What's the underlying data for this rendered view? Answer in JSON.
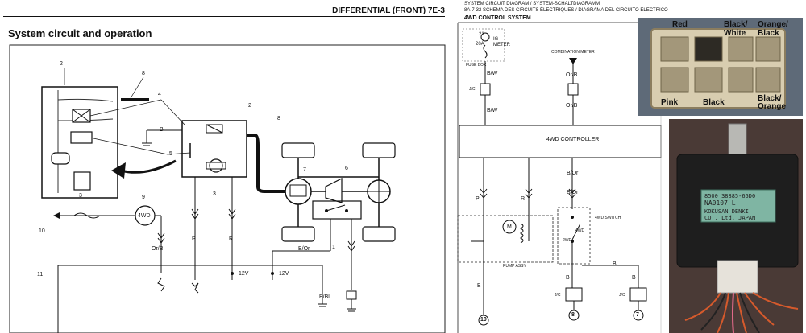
{
  "left_page": {
    "header": "DIFFERENTIAL (FRONT) 7E-3",
    "title": "System circuit and operation",
    "callouts": [
      "2",
      "8",
      "4",
      "2",
      "8",
      "5",
      "3",
      "7",
      "6",
      "3",
      "9",
      "10",
      "11",
      "1"
    ],
    "labels": {
      "b_ground": "B",
      "meter_4wd": "4WD",
      "or_b": "Or/B",
      "p": "P",
      "r": "R",
      "b_or": "B/Or",
      "v12_a": "12V",
      "v12_b": "12V",
      "b_bl": "B/Bl"
    }
  },
  "right_page": {
    "header_line1": "SYSTEM CIRCUIT DIAGRAM / SYSTEM-SCHALTDIAGRAMM",
    "header_line2": "8A-7-32 SCHEMA DES CIRCUITS ÉLECTRIQUES / DIAGRAMA DEL CIRCUITO ELECTRICO",
    "section_title": "4WD CONTROL SYSTEM",
    "fuse": {
      "num": "21",
      "amp": "20A",
      "name": "IG METER",
      "box": "FUSE BOX"
    },
    "combination_meter": "COMBINATION METER",
    "wires": {
      "bw1": "B/W",
      "bw2": "B/W",
      "orb1": "Or/B",
      "orb2": "Or/B",
      "p": "P",
      "r": "R",
      "bor1": "B/Or",
      "bor2": "B/Or",
      "b1": "B",
      "b2": "B",
      "b3": "B",
      "b4": "B"
    },
    "jc_top": "J/C",
    "controller": "4WD CONTROLLER",
    "motor": "M",
    "pump_assy": "PUMP ASSY",
    "switch": {
      "name": "4WD SWITCH",
      "pos_a": "4WD",
      "pos_b": "2WD"
    },
    "jc_a": "J/C",
    "jc_b": "J/C",
    "grounds": [
      "10",
      "8",
      "7"
    ]
  },
  "connector_photo": {
    "labels": {
      "red": "Red",
      "black_white": "Black/\nWhite",
      "orange_black": "Orange/\nBlack",
      "pink": "Pink",
      "black": "Black",
      "black_orange": "Black/\nOrange"
    }
  },
  "ecu_photo": {
    "label_lines": [
      "8500 38885-65D0",
      "NA0107 L",
      "KOKUSAN DENKI",
      "CO., Ltd. JAPAN"
    ]
  }
}
